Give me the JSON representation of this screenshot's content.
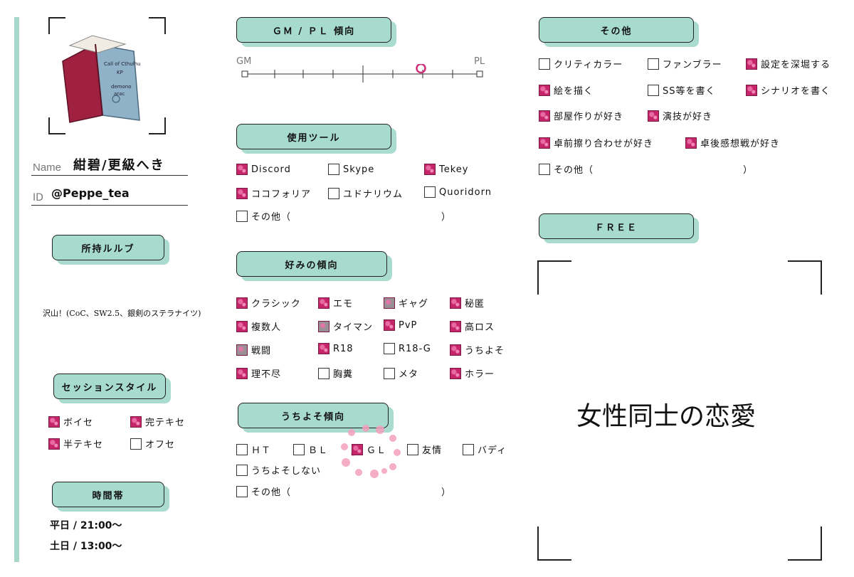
{
  "profile": {
    "book_cover_lines": [
      "Call of Cthulhu",
      "KP",
      "demono",
      "arac"
    ],
    "name_label": "Name",
    "name_value": "紺碧/更級へき",
    "id_label": "ID",
    "id_value": "@Peppe_tea"
  },
  "rules": {
    "title": "所持ルルブ",
    "text": "沢山！(CoC、SW2.5、銀剣のステラナイツ)"
  },
  "session_style": {
    "title": "セッションスタイル",
    "items": [
      {
        "label": "ボイセ",
        "checked": true
      },
      {
        "label": "完テキセ",
        "checked": true
      },
      {
        "label": "半テキセ",
        "checked": true
      },
      {
        "label": "オフセ",
        "checked": false
      }
    ]
  },
  "time": {
    "title": "時間帯",
    "weekday": "平日 / 21:00〜",
    "holiday": "土日 / 13:00〜"
  },
  "gmpl": {
    "title": "ＧＭ / ＰＬ 傾向",
    "left_label": "GM",
    "right_label": "PL",
    "position": 0.75
  },
  "tools": {
    "title": "使用ツール",
    "items": [
      {
        "label": "Discord",
        "checked": true
      },
      {
        "label": "Skype",
        "checked": false
      },
      {
        "label": "Tekey",
        "checked": true
      },
      {
        "label": "ココフォリア",
        "checked": true
      },
      {
        "label": "ユドナリウム",
        "checked": false
      },
      {
        "label": "Quoridorn",
        "checked": false
      }
    ],
    "other": "その他（",
    "other_close": "）"
  },
  "prefs": {
    "title": "好みの傾向",
    "items": [
      {
        "label": "クラシック",
        "checked": true
      },
      {
        "label": "エモ",
        "checked": true
      },
      {
        "label": "ギャグ",
        "checked": true
      },
      {
        "label": "秘匿",
        "checked": true
      },
      {
        "label": "複数人",
        "checked": true
      },
      {
        "label": "タイマン",
        "checked": true
      },
      {
        "label": "PvP",
        "checked": true
      },
      {
        "label": "高ロス",
        "checked": true
      },
      {
        "label": "戦闘",
        "checked": true
      },
      {
        "label": "R18",
        "checked": true
      },
      {
        "label": "R18-G",
        "checked": false
      },
      {
        "label": "うちよそ",
        "checked": true
      },
      {
        "label": "理不尽",
        "checked": true
      },
      {
        "label": "胸糞",
        "checked": false
      },
      {
        "label": "メタ",
        "checked": false
      },
      {
        "label": "ホラー",
        "checked": true
      }
    ]
  },
  "uchiyoso": {
    "title": "うちよそ傾向",
    "items": [
      {
        "label": "ＨＴ",
        "checked": false
      },
      {
        "label": "ＢＬ",
        "checked": false
      },
      {
        "label": "ＧＬ",
        "checked": true
      },
      {
        "label": "友情",
        "checked": false
      },
      {
        "label": "バディ",
        "checked": false
      },
      {
        "label": "うちよそしない",
        "checked": false
      }
    ],
    "other": "その他（",
    "other_close": "）"
  },
  "others": {
    "title": "その他",
    "items": [
      {
        "label": "クリティカラー",
        "checked": false
      },
      {
        "label": "ファンブラー",
        "checked": false
      },
      {
        "label": "設定を深堀する",
        "checked": true
      },
      {
        "label": "絵を描く",
        "checked": true
      },
      {
        "label": "SS等を書く",
        "checked": false
      },
      {
        "label": "シナリオを書く",
        "checked": true
      },
      {
        "label": "部屋作りが好き",
        "checked": true
      },
      {
        "label": "演技が好き",
        "checked": true
      },
      {
        "label": "卓前擦り合わせが好き",
        "checked": true
      },
      {
        "label": "卓後感想戦が好き",
        "checked": true
      }
    ],
    "other": "その他（",
    "other_close": "）"
  },
  "free": {
    "title": "ＦＲＥＥ",
    "text": "女性同士の恋愛"
  },
  "colors": {
    "accent": "#a7dbcd",
    "check": "#c6256a"
  }
}
